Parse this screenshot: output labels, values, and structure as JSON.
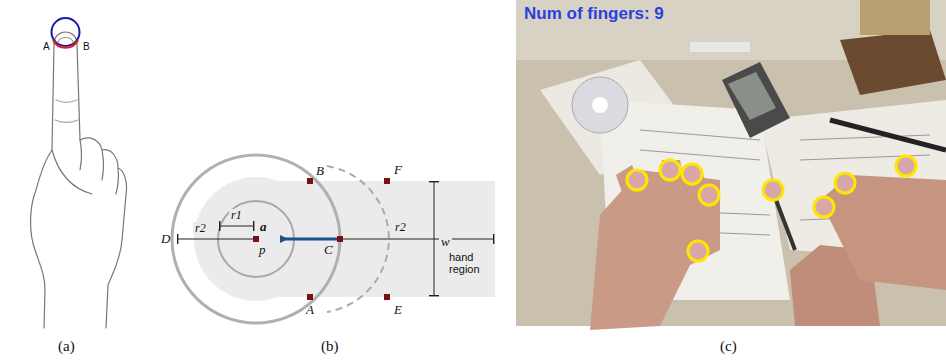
{
  "diagram": {
    "labels": [
      "(a)",
      "A",
      "B",
      "(b)",
      "B",
      "F",
      "D",
      "r2",
      "r1",
      "p",
      "a⃗",
      "C",
      "r2",
      "w",
      "hand region",
      "A",
      "E",
      "(c)",
      "Num of fingers: 9"
    ]
  }
}
